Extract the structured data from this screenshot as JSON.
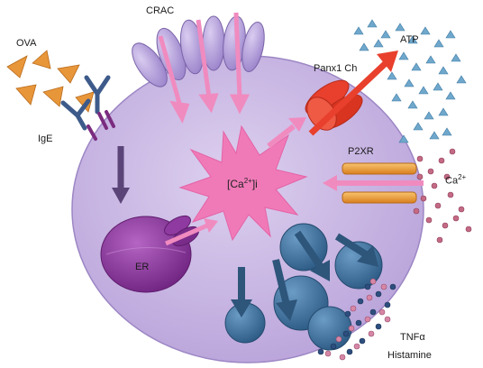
{
  "labels": {
    "ova": "OVA",
    "ige": "IgE",
    "crac": "CRAC",
    "panx1": "Panx1 Ch",
    "atp": "ATP",
    "p2xr": "P2XR",
    "ca_base": "Ca",
    "ca_sup": "2+",
    "center_pre": "[Ca",
    "center_sup": "2+",
    "center_post": "]i",
    "er": "ER",
    "tnf": "TNFα",
    "histamine": "Histamine"
  },
  "colors": {
    "cell_fill": "#c9b6e4",
    "crac_channel": "#b39ddb",
    "arrow_pink": "#f08bbf",
    "arrow_dark": "#5a4478",
    "panx": "#e8402d",
    "p2xr": "#f2a23a",
    "atp_dot": "#6fa8cc",
    "ca_dot": "#c46a85",
    "burst": "#f07ab8",
    "er": "#8f3aa0",
    "granule": "#3f6f98",
    "granule_arrow": "#2e557a",
    "ova": "#e8963a",
    "ige": "#3d5a8a"
  }
}
